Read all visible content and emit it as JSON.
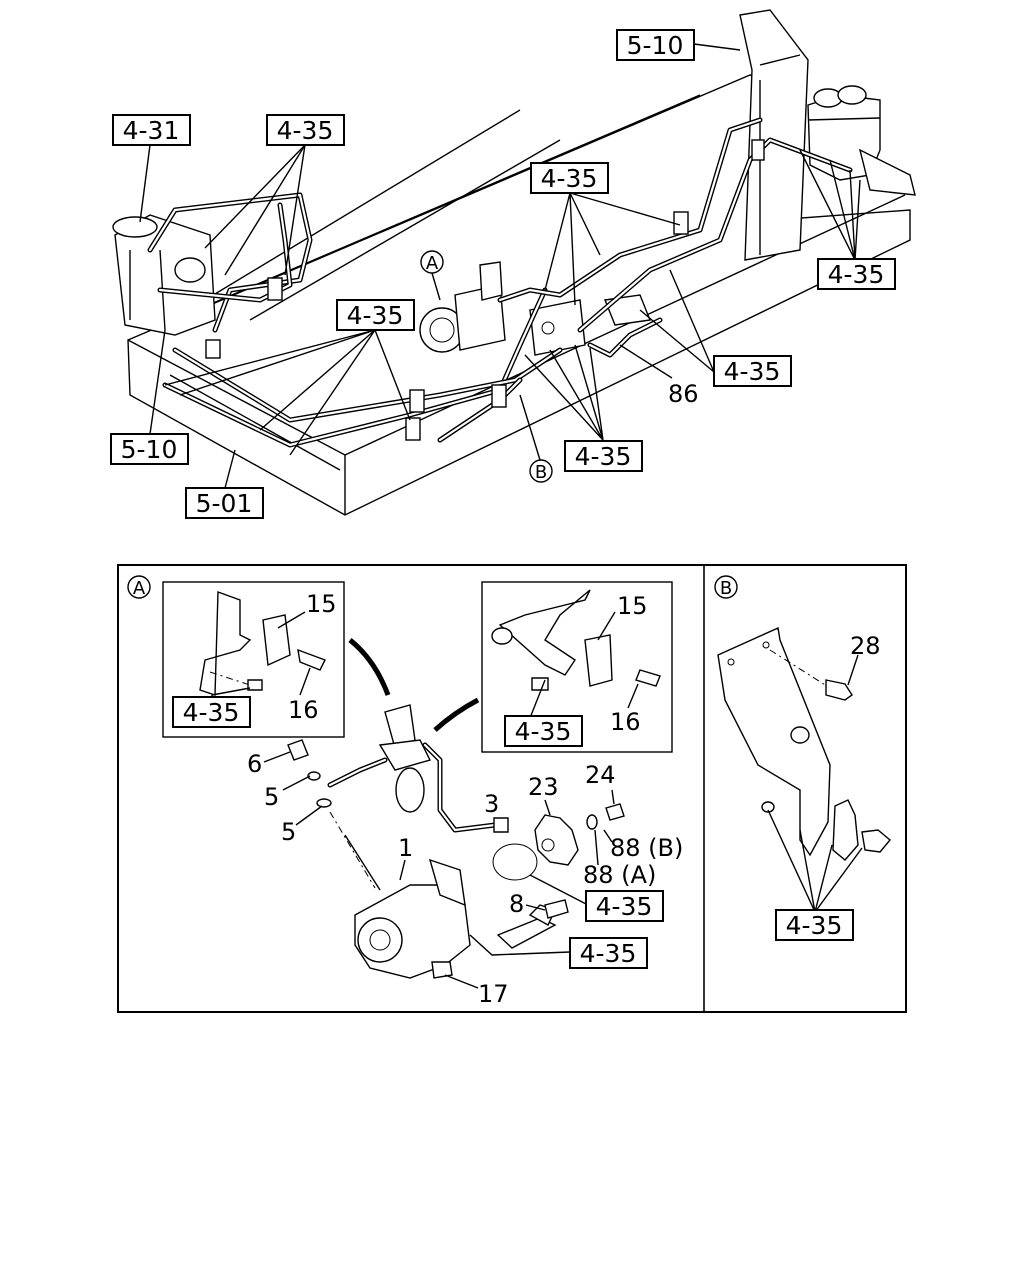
{
  "overview": {
    "refs": {
      "r_5_10_top": "5-10",
      "r_4_31": "4-31",
      "r_4_35_a": "4-35",
      "r_4_35_b": "4-35",
      "r_4_35_c": "4-35",
      "r_4_35_d": "4-35",
      "r_4_35_e": "4-35",
      "r_4_35_f": "4-35",
      "r_5_10_left": "5-10",
      "r_5_01": "5-01"
    },
    "part_86": "86",
    "marker_a": "A",
    "marker_b": "B"
  },
  "detail_a": {
    "marker": "A",
    "inset_left": {
      "ref": "4-35",
      "p15": "15",
      "p16": "16"
    },
    "inset_right": {
      "ref": "4-35",
      "p15": "15",
      "p16": "16"
    },
    "parts": {
      "p1": "1",
      "p3": "3",
      "p5a": "5",
      "p5b": "5",
      "p6": "6",
      "p8": "8",
      "p17": "17",
      "p23": "23",
      "p24": "24",
      "p88b": "88 (B)",
      "p88a": "88 (A)"
    },
    "refs": {
      "r1": "4-35",
      "r2": "4-35"
    }
  },
  "detail_b": {
    "marker": "B",
    "p28": "28",
    "ref": "4-35"
  }
}
